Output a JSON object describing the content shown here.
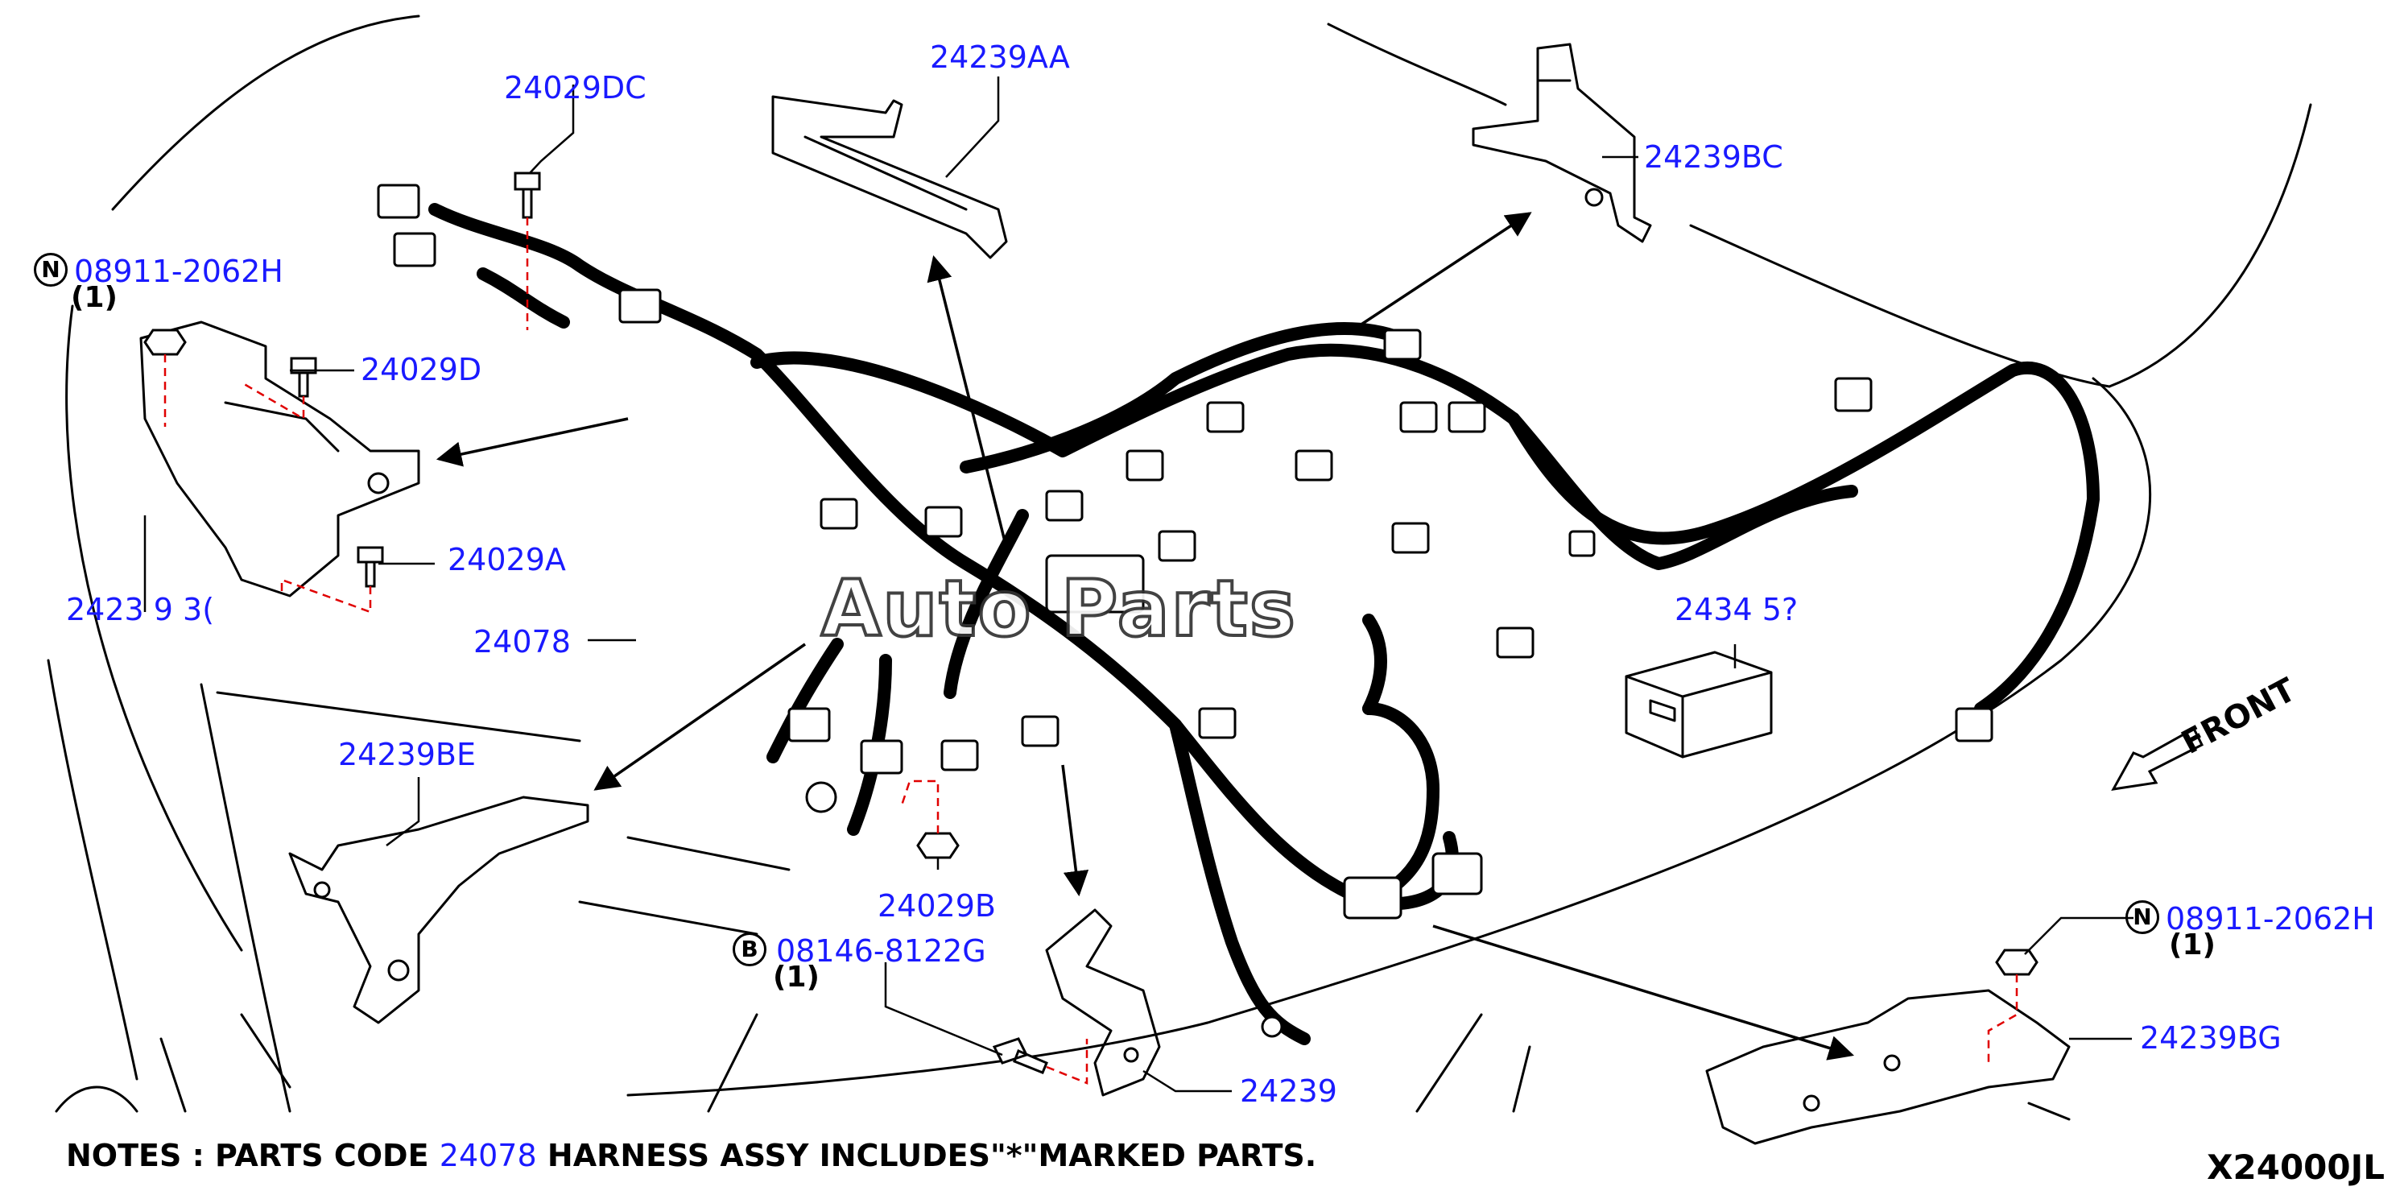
{
  "diagram": {
    "parts": [
      {
        "id": "24029dc",
        "label": "24029DC"
      },
      {
        "id": "24239aa",
        "label": "24239AA"
      },
      {
        "id": "24239bc",
        "label": "24239BC"
      },
      {
        "id": "n1",
        "label": "08911-2062H",
        "prefix": "N",
        "qty": "(1)"
      },
      {
        "id": "24029d",
        "label": "24029D"
      },
      {
        "id": "24029a",
        "label": "24029A"
      },
      {
        "id": "2423bi",
        "label": "2423 9 3("
      },
      {
        "id": "24078",
        "label": "24078"
      },
      {
        "id": "2434x",
        "label": "2434 5?"
      },
      {
        "id": "24239be",
        "label": "24239BE"
      },
      {
        "id": "24029b",
        "label": "24029B"
      },
      {
        "id": "b1",
        "label": "08146-8122G",
        "prefix": "B",
        "qty": "(1)"
      },
      {
        "id": "24239",
        "label": "24239"
      },
      {
        "id": "n2",
        "label": "08911-2062H",
        "prefix": "N",
        "qty": "(1)"
      },
      {
        "id": "24239bg",
        "label": "24239BG"
      }
    ],
    "front_label": "FRONT",
    "watermark": "Auto Parts",
    "notes": {
      "prefix": "NOTES : PARTS CODE ",
      "code": "24078",
      "suffix": " HARNESS ASSY INCLUDES\"*\"MARKED PARTS."
    },
    "diagram_id": "X24000JL"
  }
}
